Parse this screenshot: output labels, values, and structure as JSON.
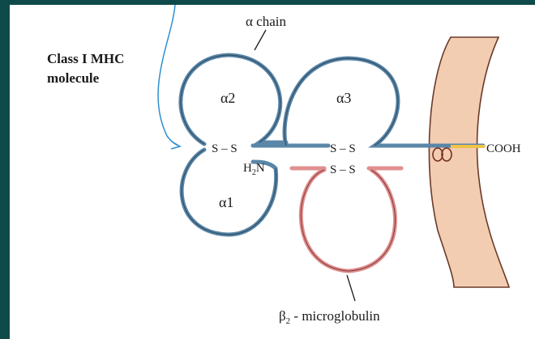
{
  "title_line1": "Class I MHC",
  "title_line2": "molecule",
  "alpha_chain": "α chain",
  "a1": "α1",
  "a2": "α2",
  "a3": "α3",
  "ss_left": "S – S",
  "ss_mid_top": "S – S",
  "ss_mid_bottom": "S – S",
  "h2n": "H",
  "h2n_sub": "2",
  "h2n_end": "N",
  "cooh": "COOH",
  "b2_beta": "β",
  "b2_sub": "2",
  "b2_rest": " - microglobulin",
  "colors": {
    "background": "#0f4a4a",
    "alpha_chain": "#5a86a8",
    "beta2": "#e08f8f",
    "membrane": "#f2cdb2",
    "membrane_edge": "#6b3a2a",
    "tail": "#f0c24a",
    "arrow": "#2f8fd1"
  }
}
